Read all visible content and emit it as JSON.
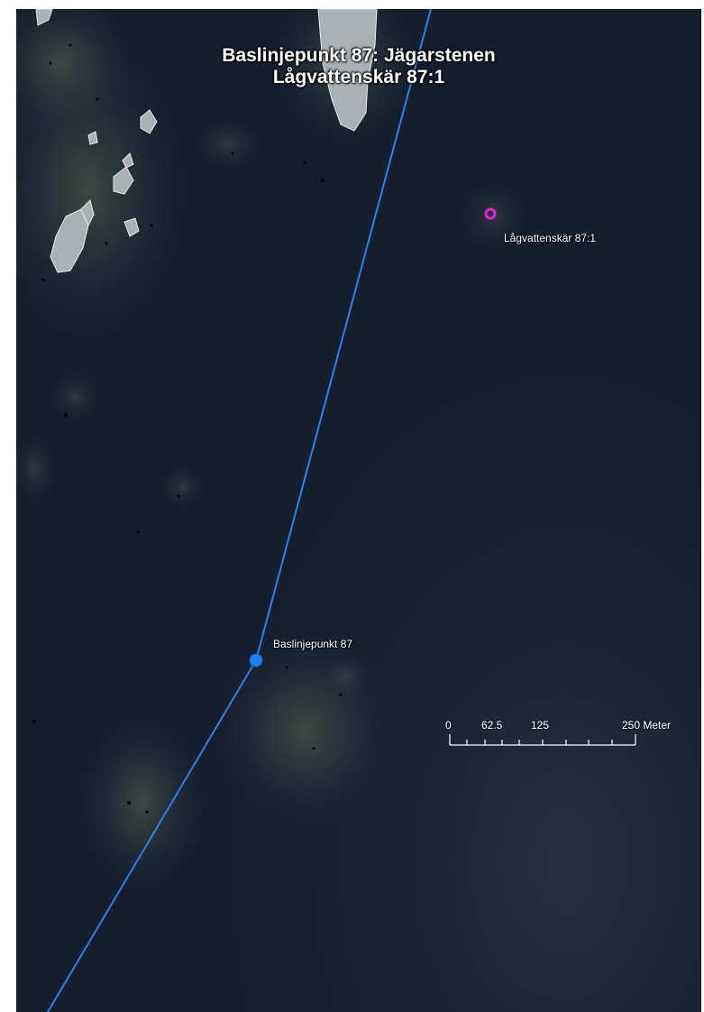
{
  "map": {
    "title_line1": "Baslinjepunkt 87: Jägarstenen",
    "title_line2": "Lågvattenskär 87:1",
    "features": {
      "baseline_point_label": "Baslinjepunkt 87",
      "low_water_rock_label": "Lågvattenskär 87:1"
    },
    "colors": {
      "sea": "#161d2d",
      "baseline": "#2c7fe8",
      "baseline_point": "#1f7ff0",
      "low_water_rock": "#e020e0",
      "land": "#aab0b4"
    },
    "scale_bar": {
      "ticks": [
        "0",
        "62.5",
        "125",
        "250 Meter"
      ]
    }
  }
}
